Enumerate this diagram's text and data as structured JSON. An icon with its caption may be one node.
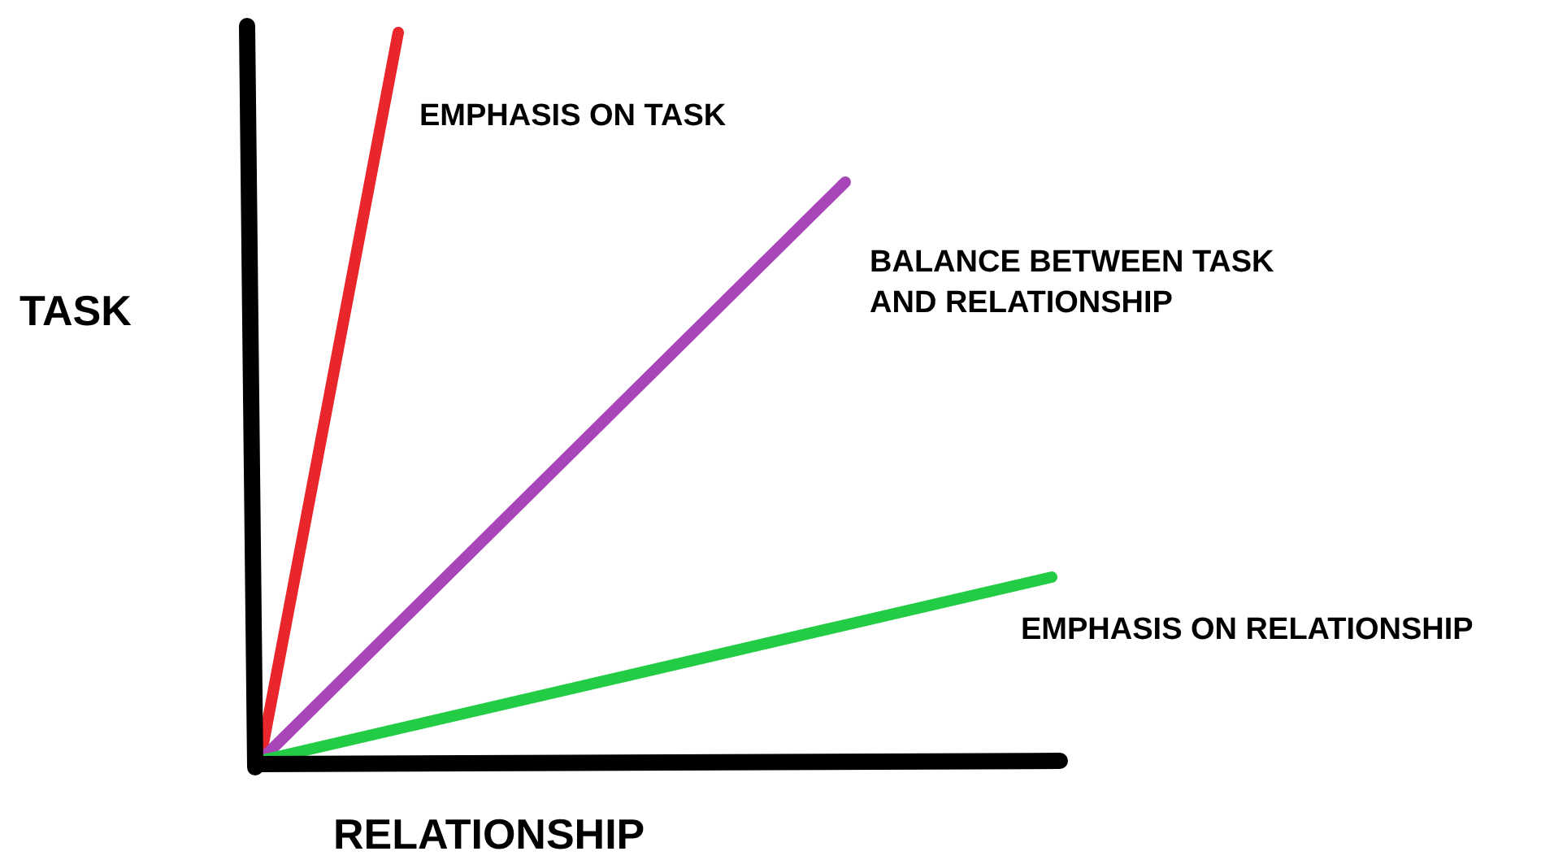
{
  "diagram": {
    "labels": [
      "EMPHASIS ON TASK",
      "BALANCE BETWEEN TASK AND RELATIONSHIP",
      "TASK",
      "EMPHASIS ON RELATIONSHIP",
      "RELATIONSHIP"
    ]
  }
}
